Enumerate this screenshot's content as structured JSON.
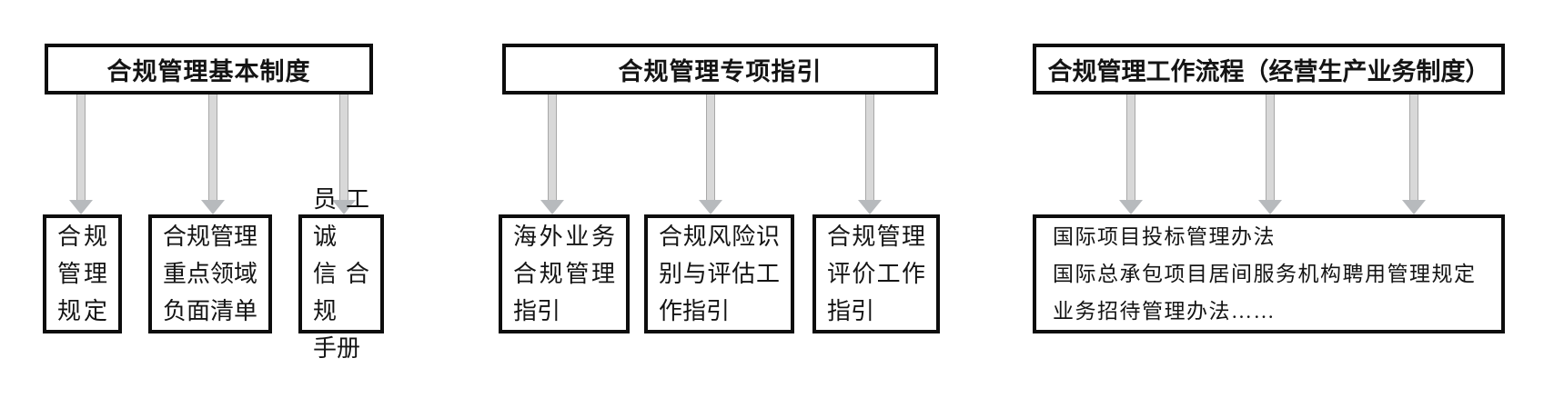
{
  "colors": {
    "bg": "#ffffff",
    "border": "#0d0d0d",
    "text": "#141414",
    "arrow-shaft": "#d8d8d8",
    "arrow-edge": "#a8a8a8",
    "arrow-head": "#b7babd"
  },
  "groups": [
    {
      "header": "合规管理基本制度",
      "boxes": [
        {
          "lines": [
            "合规",
            "管理",
            "规定"
          ]
        },
        {
          "lines": [
            "合规管理",
            "重点领域",
            "负面清单"
          ]
        },
        {
          "lines": [
            "员工诚",
            "信合规",
            "手册"
          ]
        }
      ]
    },
    {
      "header": "合规管理专项指引",
      "boxes": [
        {
          "lines": [
            "海外业务",
            "合规管理",
            "指引"
          ]
        },
        {
          "lines": [
            "合规风险识",
            "别与评估工",
            "作指引"
          ]
        },
        {
          "lines": [
            "合规管理",
            "评价工作",
            "指引"
          ]
        }
      ]
    },
    {
      "header": "合规管理工作流程（经营生产业务制度）",
      "boxes": [
        {
          "lines": [
            "国际项目投标管理办法",
            "国际总承包项目居间服务机构聘用管理规定",
            "业务招待管理办法……"
          ]
        }
      ]
    }
  ]
}
